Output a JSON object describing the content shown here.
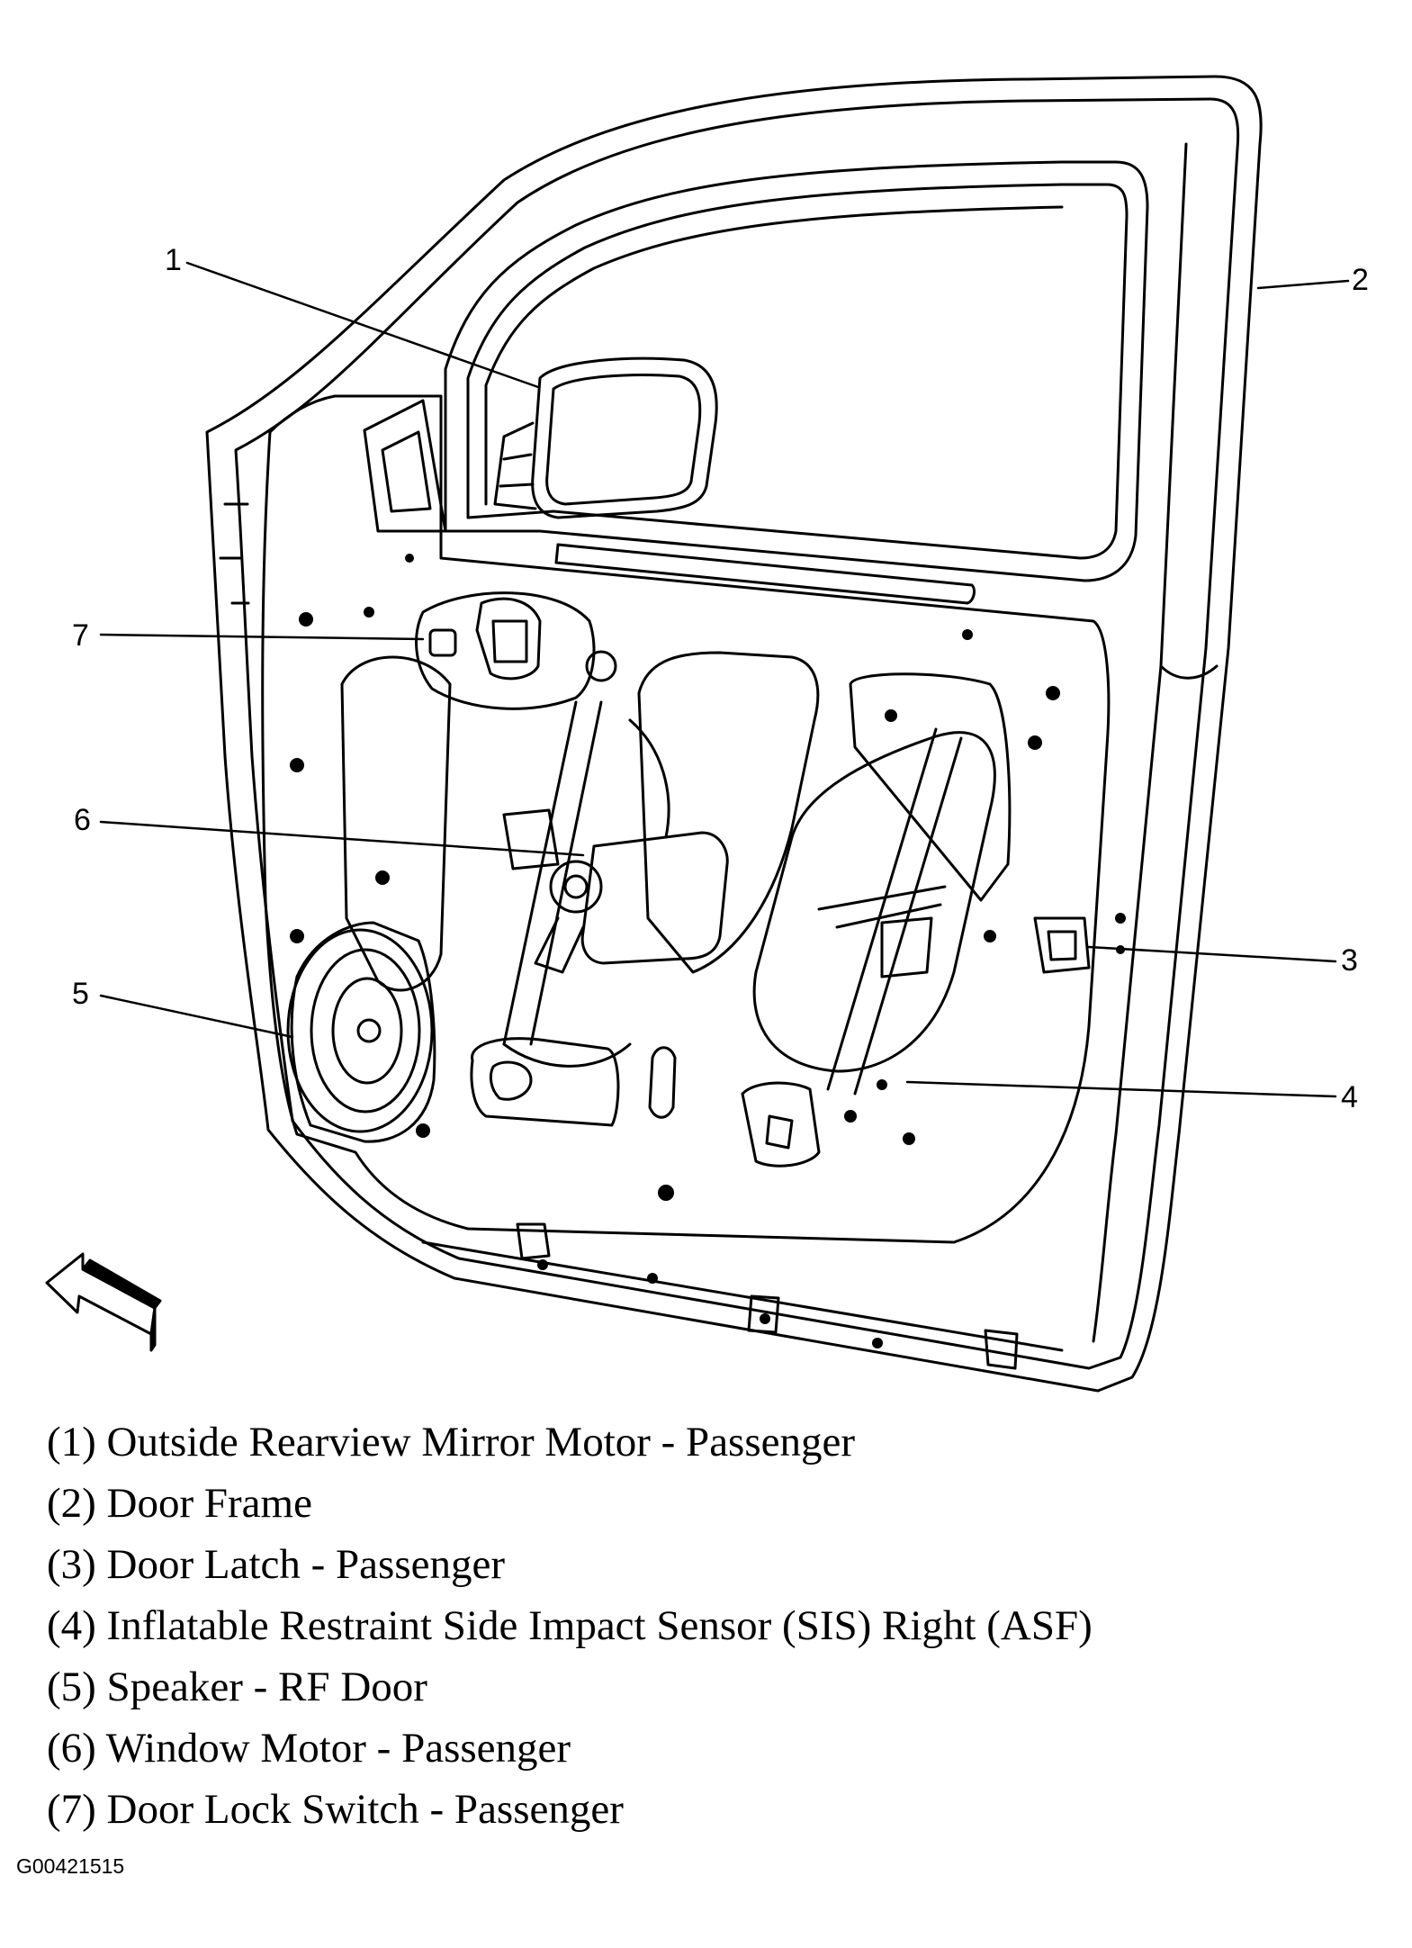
{
  "callouts": [
    {
      "num": "1"
    },
    {
      "num": "2"
    },
    {
      "num": "3"
    },
    {
      "num": "4"
    },
    {
      "num": "5"
    },
    {
      "num": "6"
    },
    {
      "num": "7"
    }
  ],
  "legend": [
    "(1) Outside Rearview Mirror Motor - Passenger",
    "(2) Door Frame",
    "(3) Door Latch - Passenger",
    "(4) Inflatable Restraint Side Impact Sensor (SIS) Right (ASF)",
    "(5) Speaker - RF Door",
    "(6) Window Motor - Passenger",
    "(7) Door Lock Switch - Passenger"
  ],
  "figure_id": "G00421515",
  "icons": {
    "direction_arrow": "front-direction-arrow-icon"
  },
  "colors": {
    "line": "#000000",
    "background": "#ffffff"
  }
}
